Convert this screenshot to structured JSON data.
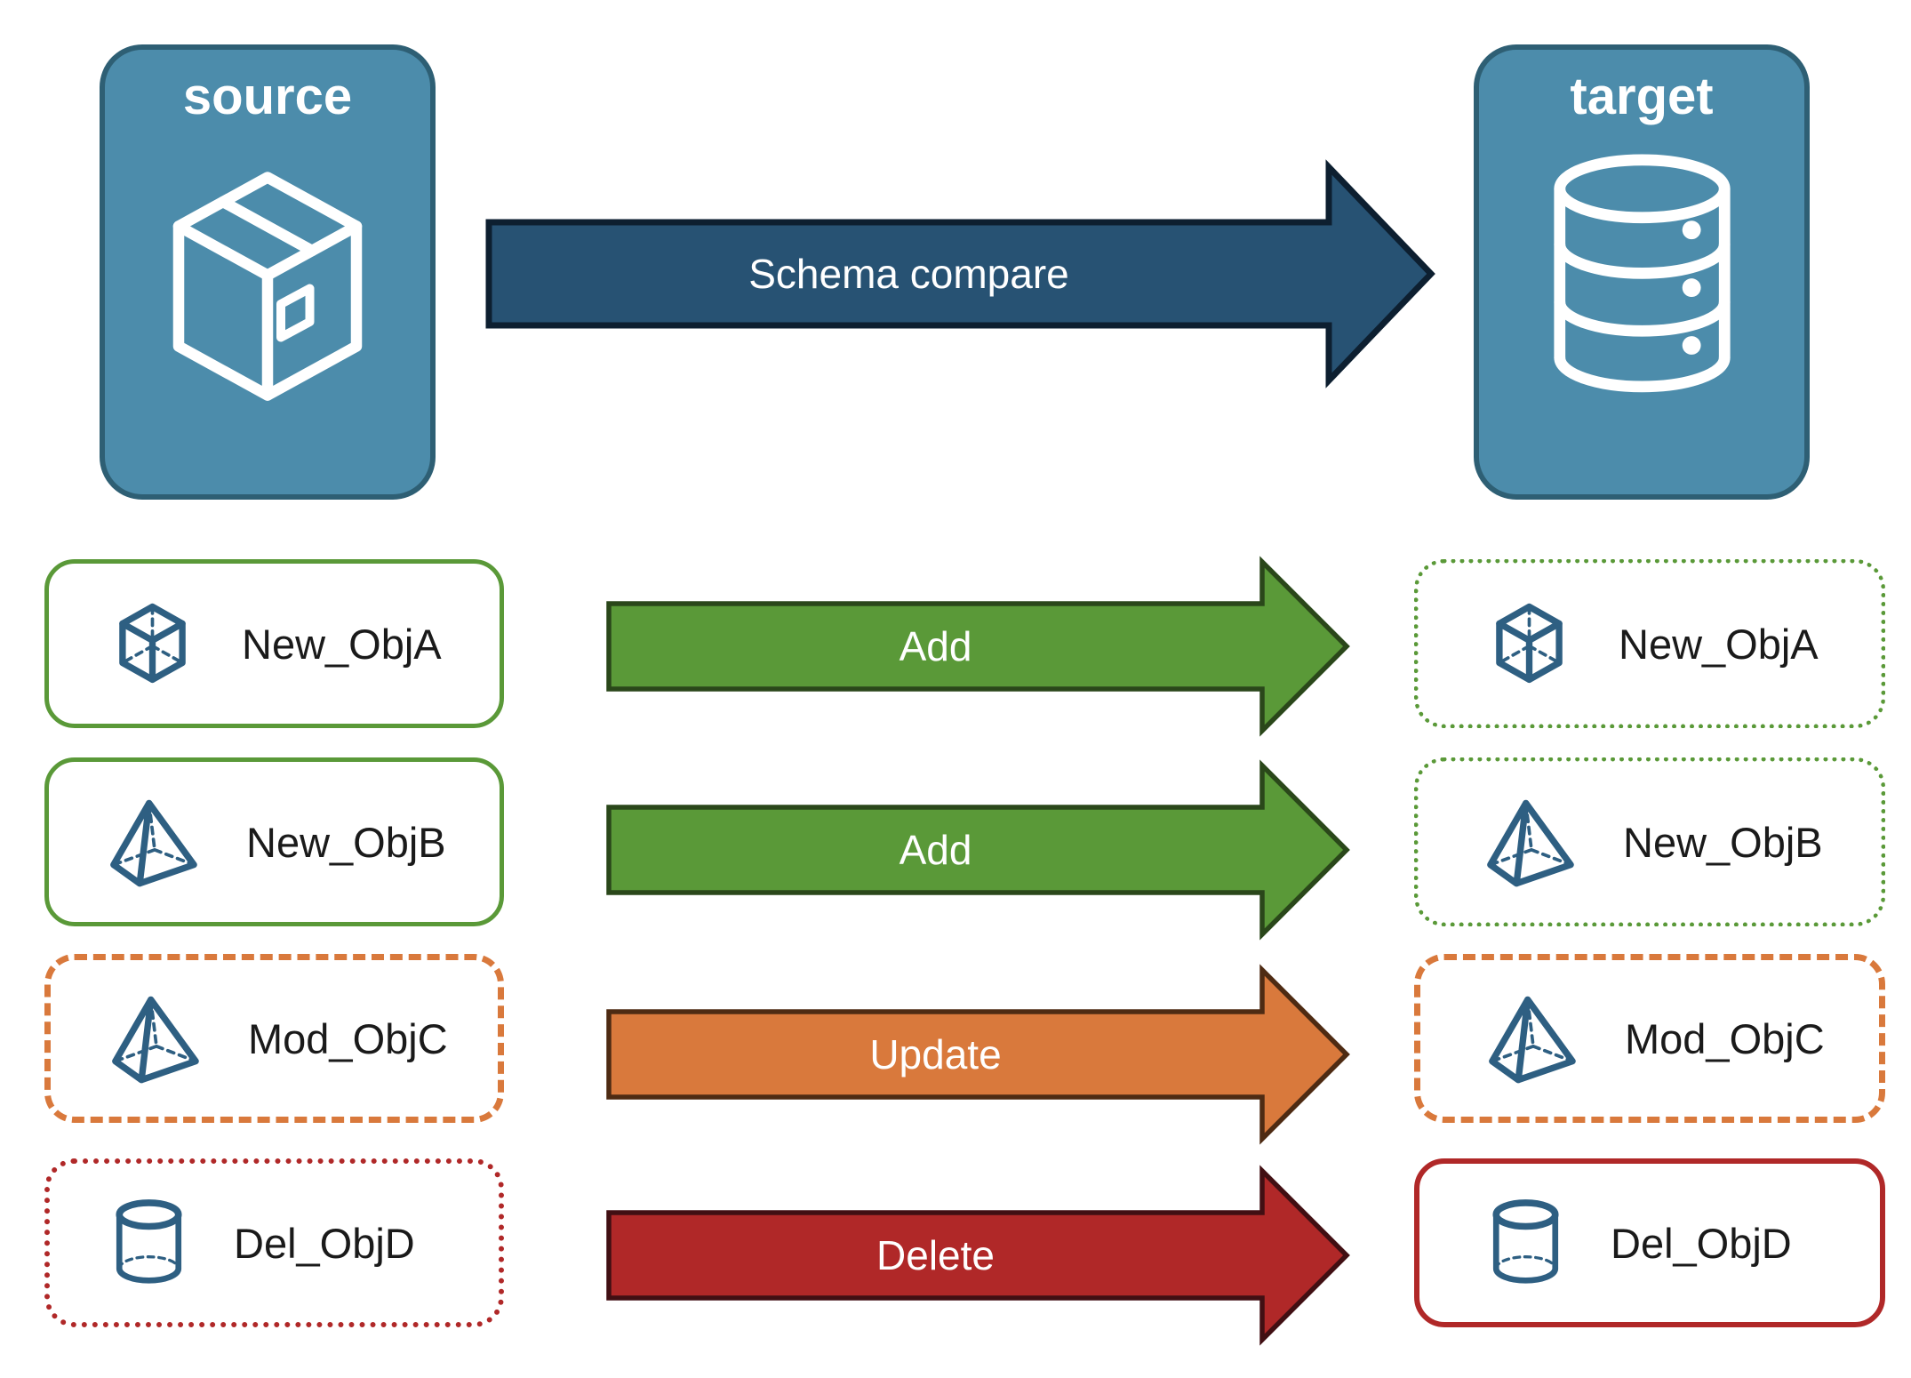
{
  "diagram": {
    "source": {
      "label": "source",
      "icon": "package-box-icon"
    },
    "target": {
      "label": "target",
      "icon": "database-icon"
    },
    "compare_arrow": {
      "label": "Schema compare"
    },
    "rows": [
      {
        "object": "New_ObjA",
        "action": "Add",
        "icon": "cube-icon",
        "source_border": "solid-green",
        "target_border": "dotted-green"
      },
      {
        "object": "New_ObjB",
        "action": "Add",
        "icon": "pyramid-icon",
        "source_border": "solid-green",
        "target_border": "dotted-green"
      },
      {
        "object": "Mod_ObjC",
        "action": "Update",
        "icon": "pyramid-icon",
        "source_border": "dashed-orange",
        "target_border": "dashed-orange"
      },
      {
        "object": "Del_ObjD",
        "action": "Delete",
        "icon": "cylinder-icon",
        "source_border": "dotted-red",
        "target_border": "solid-red"
      }
    ],
    "colors": {
      "node_blue": "#4C8CAB",
      "node_blue_border": "#2E5F74",
      "navy_arrow": "#275273",
      "navy_arrow_border": "#0D1F30",
      "green": "#5A9938",
      "green_border": "#2A471A",
      "orange": "#D9793C",
      "orange_border": "#4E2B13",
      "red": "#B02828",
      "red_border": "#410F13",
      "icon_blue": "#2E5F82"
    }
  }
}
